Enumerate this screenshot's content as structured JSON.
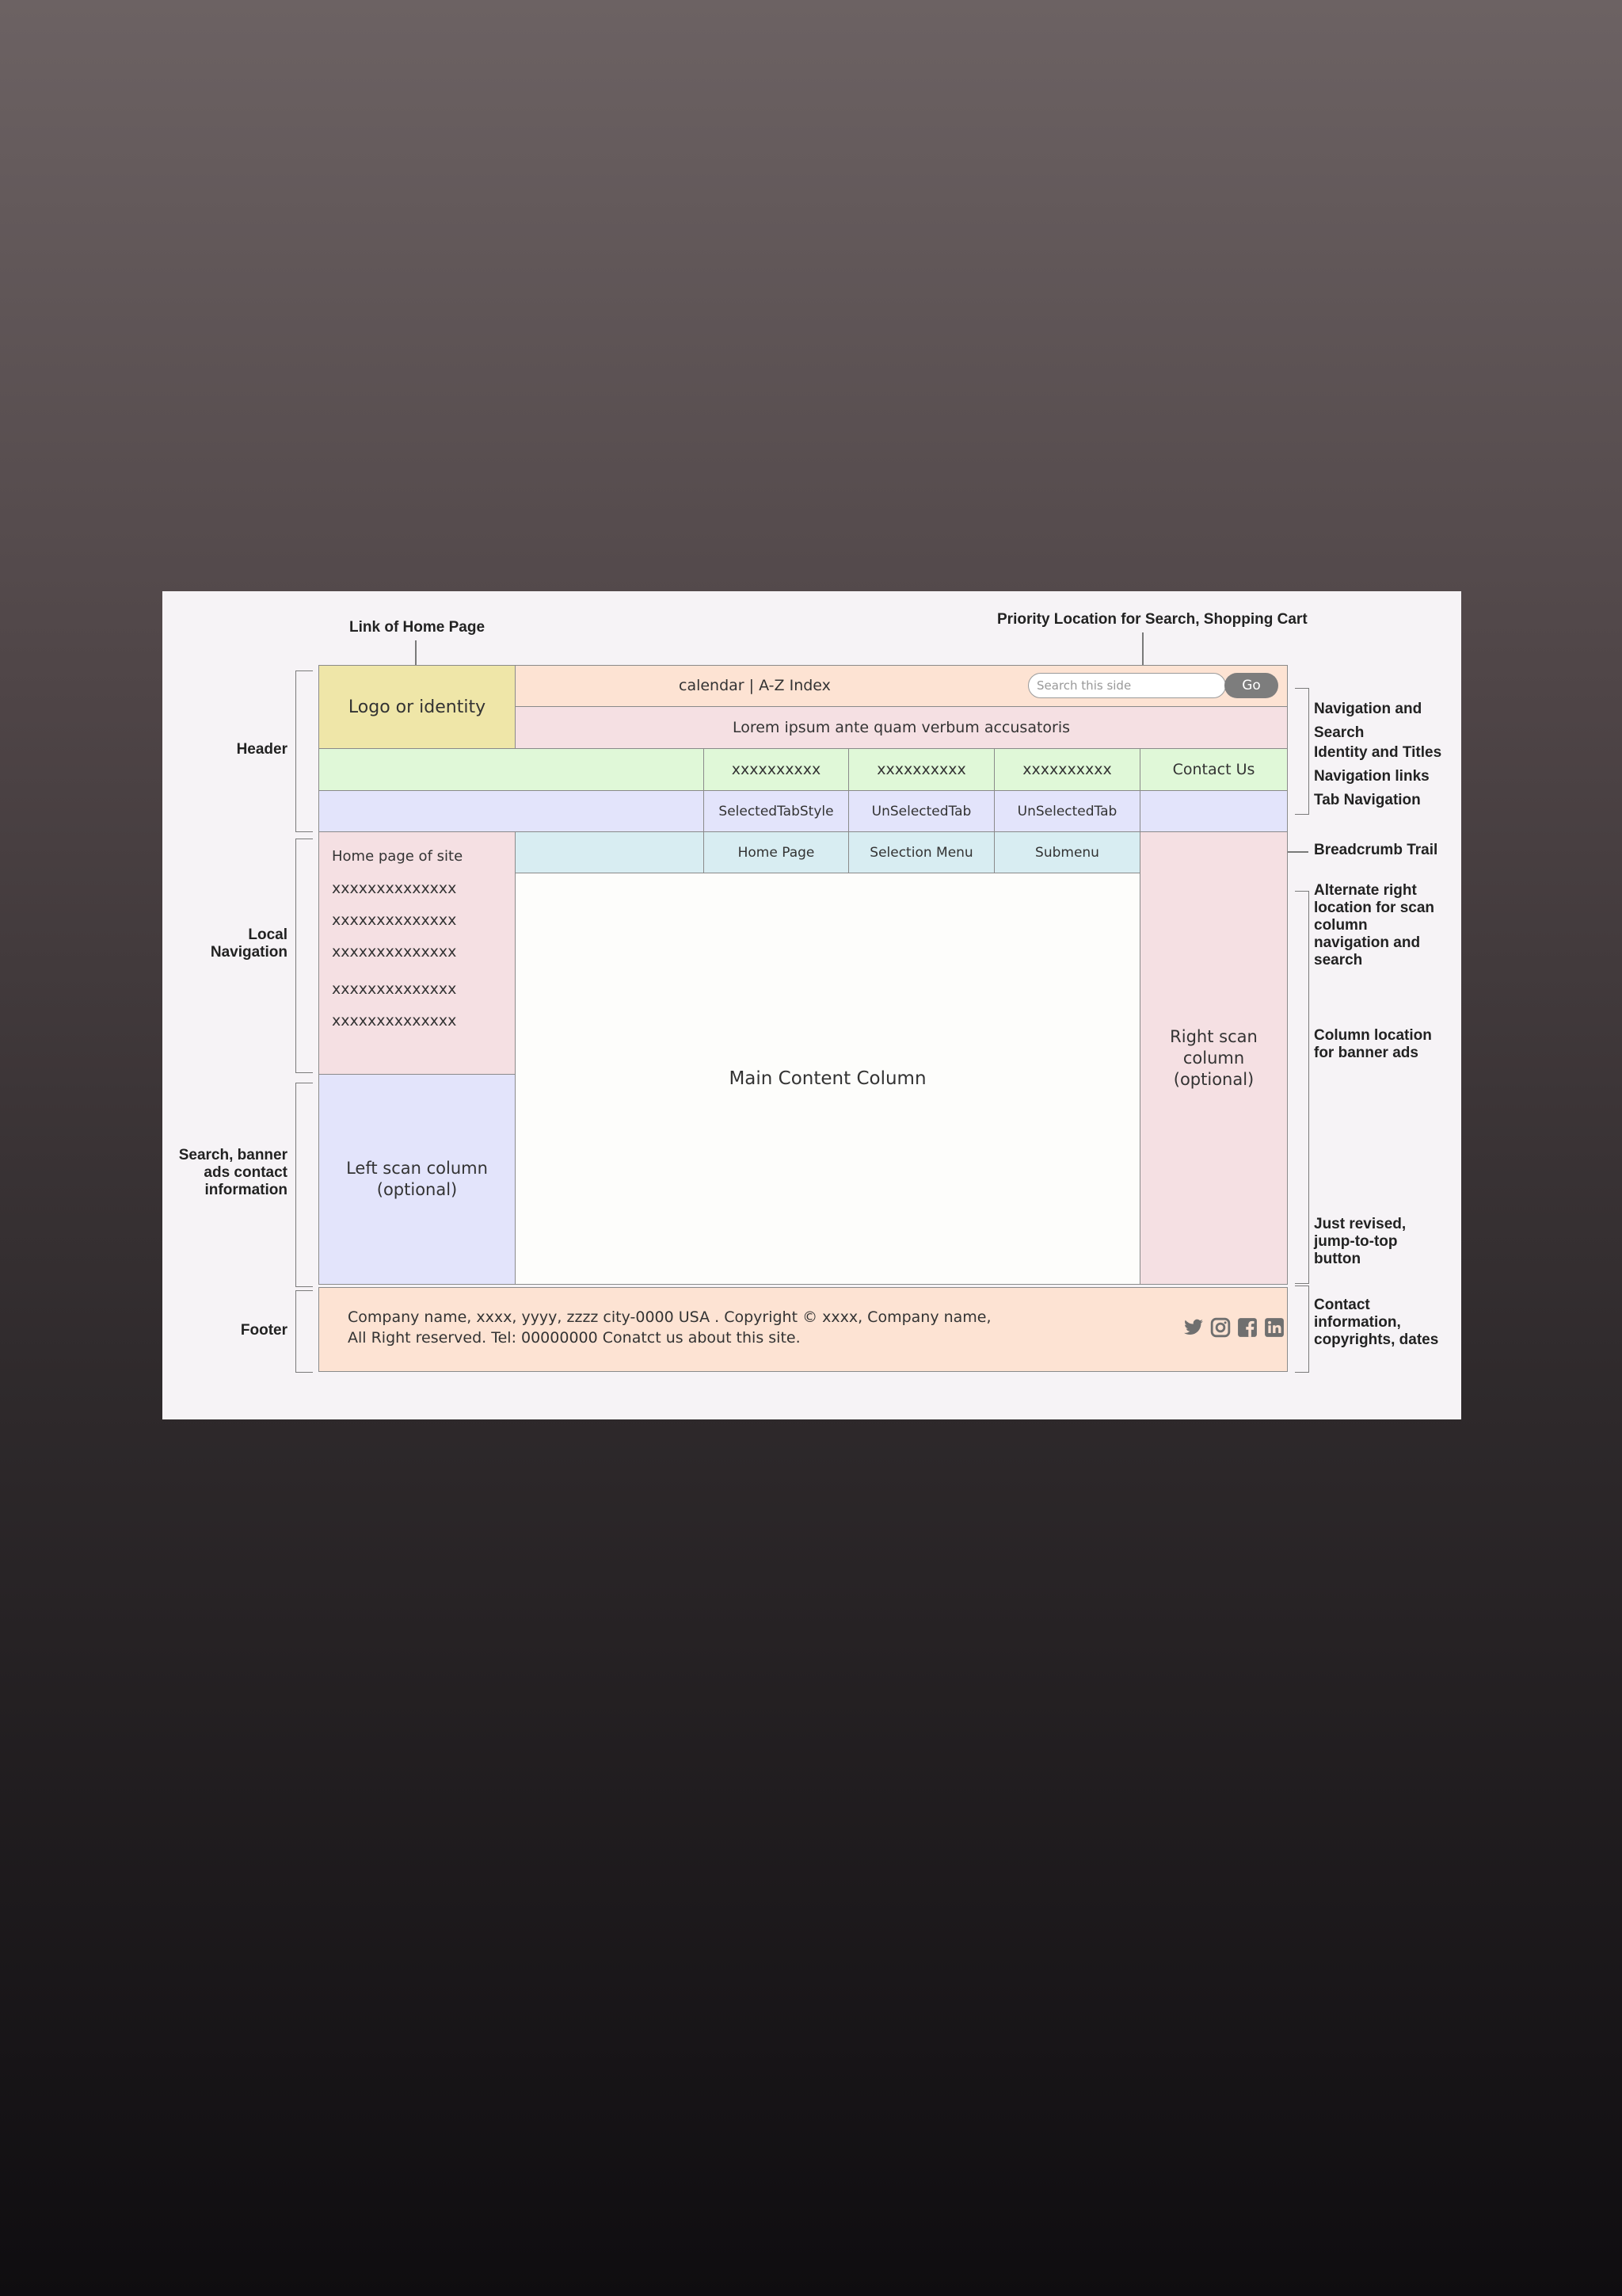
{
  "annotations": {
    "link_home": "Link of Home Page",
    "priority_search": "Priority Location for Search, Shopping Cart",
    "header": "Header",
    "local_navigation": "Local Navigation",
    "search_banner": "Search, banner ads contact information",
    "footer": "Footer",
    "nav_search": "Navigation and Search",
    "identity_titles": "Identity and Titles",
    "nav_links": "Navigation links",
    "tab_navigation": "Tab Navigation",
    "breadcrumb_trail": "Breadcrumb Trail",
    "alt_right": "Alternate right location for scan column navigation and search",
    "banner_ads": "Column location for banner ads",
    "jump_top": "Just revised, jump-to-top button",
    "contact_info": "Contact information, copyrights, dates"
  },
  "header": {
    "logo": "Logo or identity",
    "top_links": "calendar | A-Z Index",
    "search_placeholder": "Search this side",
    "search_button": "Go",
    "identity_line": "Lorem ipsum ante quam verbum accusatoris"
  },
  "nav_links": [
    "xxxxxxxxxx",
    "xxxxxxxxxx",
    "xxxxxxxxxx"
  ],
  "contact_us": "Contact Us",
  "tabs": [
    "SelectedTabStyle",
    "UnSelectedTab",
    "UnSelectedTab"
  ],
  "breadcrumb": [
    "Home Page",
    "Selection Menu",
    "Submenu"
  ],
  "local_nav": {
    "title": "Home page of site",
    "items": [
      "xxxxxxxxxxxxxx",
      "xxxxxxxxxxxxxx",
      "xxxxxxxxxxxxxx",
      "xxxxxxxxxxxxxx",
      "xxxxxxxxxxxxxx"
    ]
  },
  "left_scan": "Left scan column (optional)",
  "main_content": "Main Content Column",
  "right_scan": "Right scan column (optional)",
  "footer": {
    "line1": "Company name, xxxx, yyyy, zzzz city-0000 USA . Copyright © xxxx, Company name,",
    "line2": "All Right reserved. Tel: 00000000 Conatct us about this site."
  },
  "social_icons": [
    "twitter-icon",
    "instagram-icon",
    "facebook-icon",
    "linkedin-icon"
  ],
  "colors": {
    "logo": "#efe6a8",
    "header_top": "#fde3d3",
    "identity": "#f5e0e3",
    "nav_green": "#e0f8d8",
    "tab_blue": "#e3e4fb",
    "breadcrumb": "#d8edf2",
    "local_nav": "#f5e0e3",
    "left_scan": "#e3e4fb",
    "main": "#fdfdfb",
    "right_scan": "#f5e0e3",
    "footer": "#fde3d3"
  }
}
